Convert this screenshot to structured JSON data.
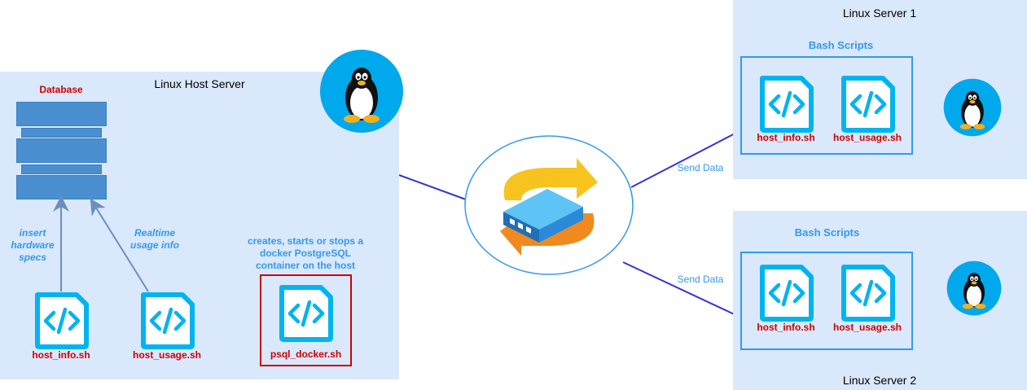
{
  "host": {
    "title": "Linux Host Server",
    "database_label": "Database",
    "arrow_label_1": "insert hardware specs",
    "arrow_label_2": "Realtime usage info",
    "docker_note": "creates, starts or stops a docker PostgreSQL container on the host",
    "scripts": [
      "host_info.sh",
      "host_usage.sh",
      "psql_docker.sh"
    ]
  },
  "server1": {
    "title": "Linux Server 1",
    "group_label": "Bash Scripts",
    "scripts": [
      "host_info.sh",
      "host_usage.sh"
    ],
    "link_label": "Send Data"
  },
  "server2": {
    "title": "Linux Server 2",
    "group_label": "Bash Scripts",
    "scripts": [
      "host_info.sh",
      "host_usage.sh"
    ],
    "link_label": "Send Data"
  },
  "colors": {
    "panel": "#dae8fc",
    "icon_cyan": "#00b4f0",
    "accent_blue": "#3399ee",
    "script_red": "#cc0000",
    "link_line": "#3333dd",
    "db_blue": "#4a8fcf"
  },
  "icons": [
    "linux-penguin-icon",
    "code-file-icon",
    "database-icon",
    "network-switch-icon"
  ]
}
